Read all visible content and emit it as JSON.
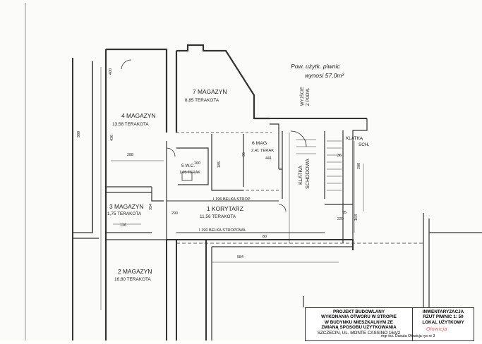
{
  "rooms": [
    {
      "number": "4",
      "name": "MAGAZYN",
      "area": "13,58",
      "floor": "TERAKOTA"
    },
    {
      "number": "7",
      "name": "MAGAZYN",
      "area": "8,85",
      "floor": "TERAKOTA"
    },
    {
      "number": "6",
      "name": "MAG",
      "area": "2,41",
      "floor": "TERAK"
    },
    {
      "number": "5",
      "name": "W.C.",
      "area": "1,05",
      "floor": "TERAK"
    },
    {
      "number": "3",
      "name": "MAGAZYN",
      "area": "1,75",
      "floor": "TERAKOTA"
    },
    {
      "number": "1",
      "name": "KORYTARZ",
      "area": "11,56",
      "floor": "TERAKOTA"
    },
    {
      "number": "2",
      "name": "MAGAZYN",
      "area": "16,80",
      "floor": "TERAKOTA"
    }
  ],
  "labels": {
    "usable_area_1": "Pow. użytk. piwnic",
    "usable_area_2": "wynosi 57,0m²",
    "exit_label_1": "WYJŚCIE",
    "exit_label_2": "Z PODW.",
    "stair_1": "KLATKA",
    "stair_2": "SCHODOWA",
    "stair_3": "KLATKA",
    "stair_4": "SCH.",
    "beam_1": "I 196 BELKA STROP",
    "beam_2": "I 190 BELKA STROPOWA"
  },
  "dimensions": [
    "388",
    "288",
    "436",
    "400",
    "126",
    "354",
    "584",
    "80",
    "95",
    "220",
    "164",
    "36",
    "298",
    "441",
    "95",
    "185",
    "290",
    "160"
  ],
  "title_block": {
    "left_1": "PROJEKT BUDOWLANY",
    "left_2": "WYKONANIA OTWORU W STROPIE",
    "left_3": "W BUDYNKU MIESZKALNYM ZE",
    "left_4": "ZMIANĄ SPOSOBU UŻYTKOWANIA",
    "left_5": "SZCZECIN, UL. MONTE CASSINO 16A/2",
    "right_1": "INWENTARYZACJA",
    "right_2": "RZUT PIWNIC 1: 50",
    "right_3": "LOKAL UŻYTKOWY",
    "footer": "mgr inż. Danuta Ołowicja    rys nr 3",
    "signature": "Ołowicja"
  }
}
